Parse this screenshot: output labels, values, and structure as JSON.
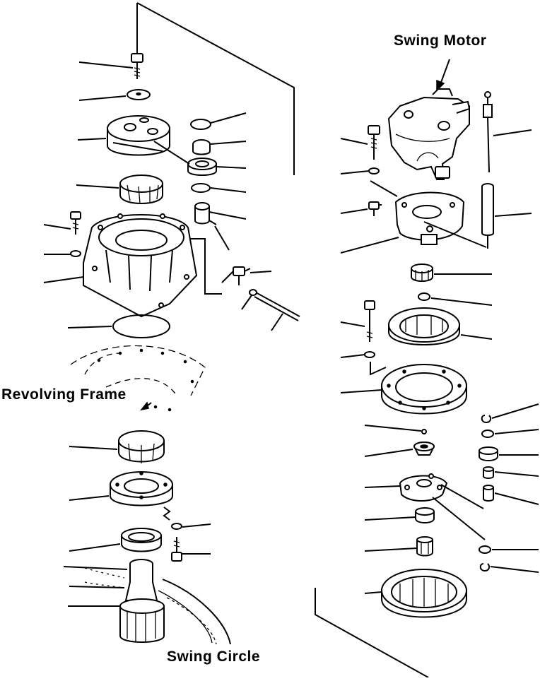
{
  "labels": {
    "swing_motor": "Swing Motor",
    "revolving_frame": "Revolving Frame",
    "swing_circle": "Swing Circle"
  },
  "icons": [
    "arrow-icon"
  ]
}
